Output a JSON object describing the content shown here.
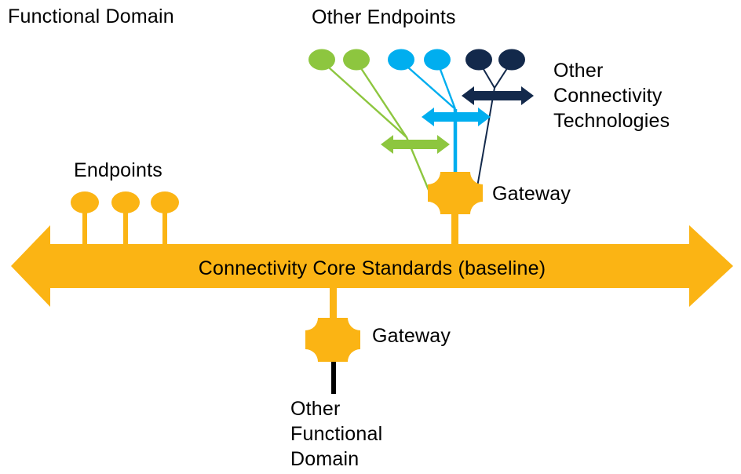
{
  "colors": {
    "amber": "#FBB414",
    "green": "#8DC63F",
    "blue": "#00AEEF",
    "navy": "#13294B",
    "black": "#000000",
    "background": "#FFFFFF",
    "text": "#000000"
  },
  "labels": {
    "functional_domain": "Functional Domain",
    "other_endpoints": "Other Endpoints",
    "other_connectivity_technologies": "Other\nConnectivity\nTechnologies",
    "endpoints": "Endpoints",
    "gateway_top": "Gateway",
    "gateway_bottom": "Gateway",
    "core_standards": "Connectivity Core Standards (baseline)",
    "other_functional_domain": "Other\nFunctional\nDomain"
  },
  "diagram": {
    "core_bus": "Connectivity Core Standards (baseline)",
    "endpoint_groups": [
      {
        "id": "domain-endpoints",
        "color": "amber",
        "count": 3
      },
      {
        "id": "other-endpoints-green",
        "color": "green",
        "count": 2
      },
      {
        "id": "other-endpoints-blue",
        "color": "blue",
        "count": 2
      },
      {
        "id": "other-endpoints-navy",
        "color": "navy",
        "count": 2
      }
    ],
    "connectivity_technology_arrows": [
      "green",
      "blue",
      "navy"
    ],
    "gateway_count": 2
  }
}
